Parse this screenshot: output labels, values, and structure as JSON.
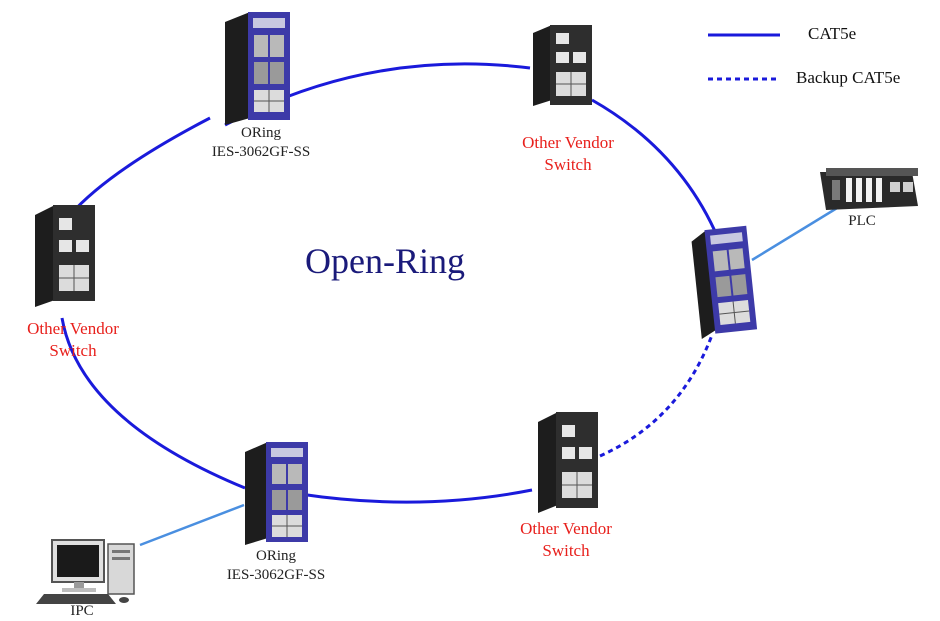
{
  "diagram": {
    "center_title": "Open-Ring",
    "legend": {
      "solid": "CAT5e",
      "dashed": "Backup CAT5e"
    },
    "nodes": {
      "oring_top": {
        "line1": "ORing",
        "line2": "IES-3062GF-SS"
      },
      "vendor_top_right": {
        "line1": "Other Vendor",
        "line2": "Switch"
      },
      "vendor_left": {
        "line1": "Other Vendor",
        "line2": "Switch"
      },
      "vendor_bottom_right": {
        "line1": "Other Vendor",
        "line2": "Switch"
      },
      "oring_bottom": {
        "line1": "ORing",
        "line2": "IES-3062GF-SS"
      },
      "plc": {
        "label": "PLC"
      },
      "ipc": {
        "label": "IPC"
      }
    },
    "colors": {
      "ring": "#1a1adb",
      "link": "#4a8fe0",
      "vendor_text": "#e8201c",
      "title": "#1a1a7a",
      "switch_body": "#2e2e2e",
      "oring_panel": "#3d3aa8"
    }
  }
}
